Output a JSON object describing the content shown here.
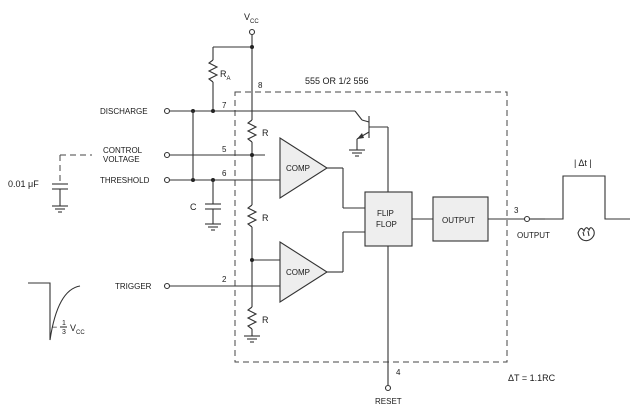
{
  "ic_label": "555 OR 1/2 556",
  "vcc": {
    "main": "V",
    "sub": "CC"
  },
  "ra": {
    "main": "R",
    "sub": "A"
  },
  "inputs": {
    "discharge": "DISCHARGE",
    "control_line1": "CONTROL",
    "control_line2": "VOLTAGE",
    "threshold": "THRESHOLD",
    "trigger": "TRIGGER",
    "reset": "RESET",
    "output": "OUTPUT"
  },
  "pins": {
    "vcc": "8",
    "discharge": "7",
    "control": "5",
    "threshold": "6",
    "trigger": "2",
    "output": "3",
    "reset": "4"
  },
  "components": {
    "r_top": "R",
    "r_mid": "R",
    "r_bot": "R",
    "cap": "C",
    "cap_value": "0.01 μF",
    "comp_upper": "COMP",
    "comp_lower": "COMP",
    "flipflop_line1": "FLIP",
    "flipflop_line2": "FLOP",
    "output_block": "OUTPUT"
  },
  "waveforms": {
    "trigger_level_prefix": "−",
    "trigger_level_num": "1",
    "trigger_level_den": "3",
    "trigger_level_v": "V",
    "trigger_level_sub": "CC",
    "pulse_label": "| Δt |",
    "formula": "ΔT = 1.1RC"
  },
  "icons": {
    "pulse_glyph": "hand-wave-icon"
  }
}
